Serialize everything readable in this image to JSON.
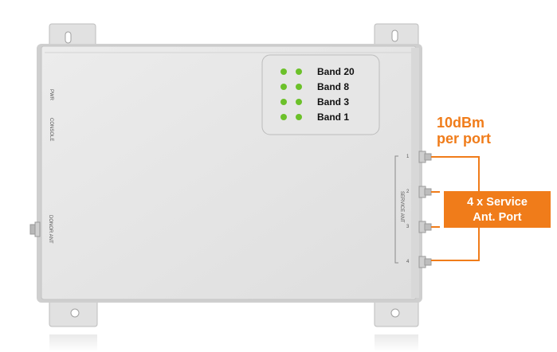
{
  "device": {
    "side_labels": {
      "pwr": "PWR",
      "console": "CONSOLE",
      "donor_ant": "DONOR ANT",
      "service_ant": "SERVICE ANT"
    },
    "port_numbers": [
      "1",
      "2",
      "3",
      "4"
    ],
    "bands": [
      {
        "label": "Band 20",
        "led_color": "#6cc12a"
      },
      {
        "label": "Band 8",
        "led_color": "#6cc12a"
      },
      {
        "label": "Band 3",
        "led_color": "#6cc12a"
      },
      {
        "label": "Band 1",
        "led_color": "#6cc12a"
      }
    ]
  },
  "annotations": {
    "power_line1": "10dBm",
    "power_line2": "per port",
    "callout_line1": "4 x Service",
    "callout_line2": "Ant.  Port"
  },
  "colors": {
    "accent": "#f07c1a",
    "led": "#6cc12a",
    "chassis": "#e4e4e4"
  }
}
